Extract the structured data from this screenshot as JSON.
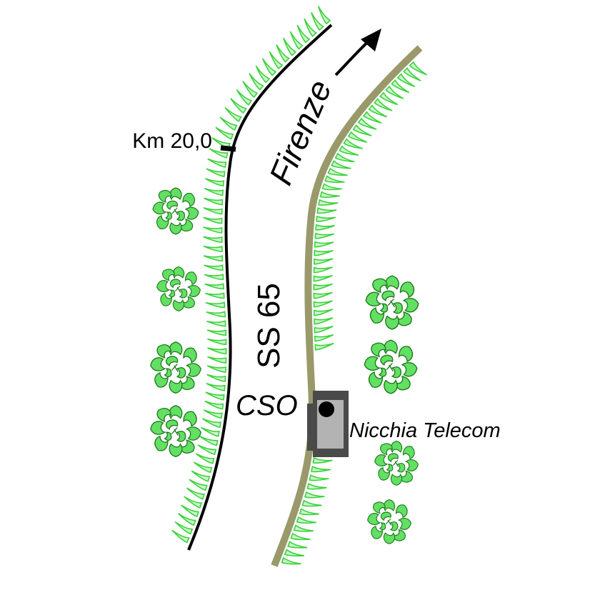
{
  "map": {
    "direction_label": "Firenze",
    "road_label": "SS 65",
    "km_marker_label": "Km 20,0",
    "cso_label": "CSO",
    "niche_label": "Nicchia Telecom"
  },
  "colors": {
    "road_edge_left": "#000000",
    "road_edge_right": "#99996b",
    "grass": "#3cd23c",
    "grass_light": "#8df08d",
    "tree_fill": "#63e063",
    "tree_dark": "#1d7a1d",
    "niche_fill": "#b3b3b3",
    "niche_frame": "#4a4a4a"
  }
}
